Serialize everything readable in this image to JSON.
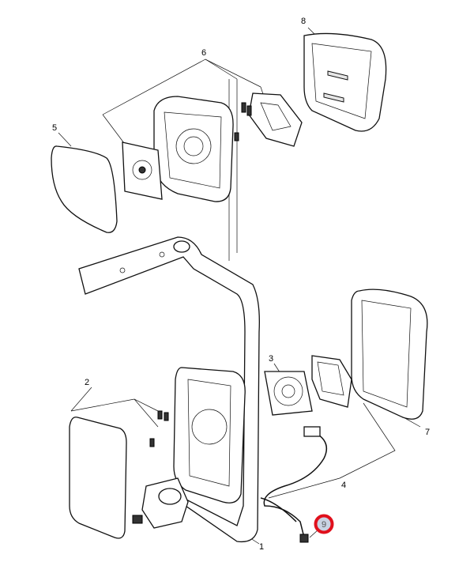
{
  "diagram": {
    "callouts": [
      "1",
      "2",
      "3",
      "4",
      "5",
      "6",
      "7",
      "8"
    ],
    "highlight": {
      "label": "9",
      "ring_color": "#e0101c",
      "fill_color": "#c9d3e3"
    }
  }
}
